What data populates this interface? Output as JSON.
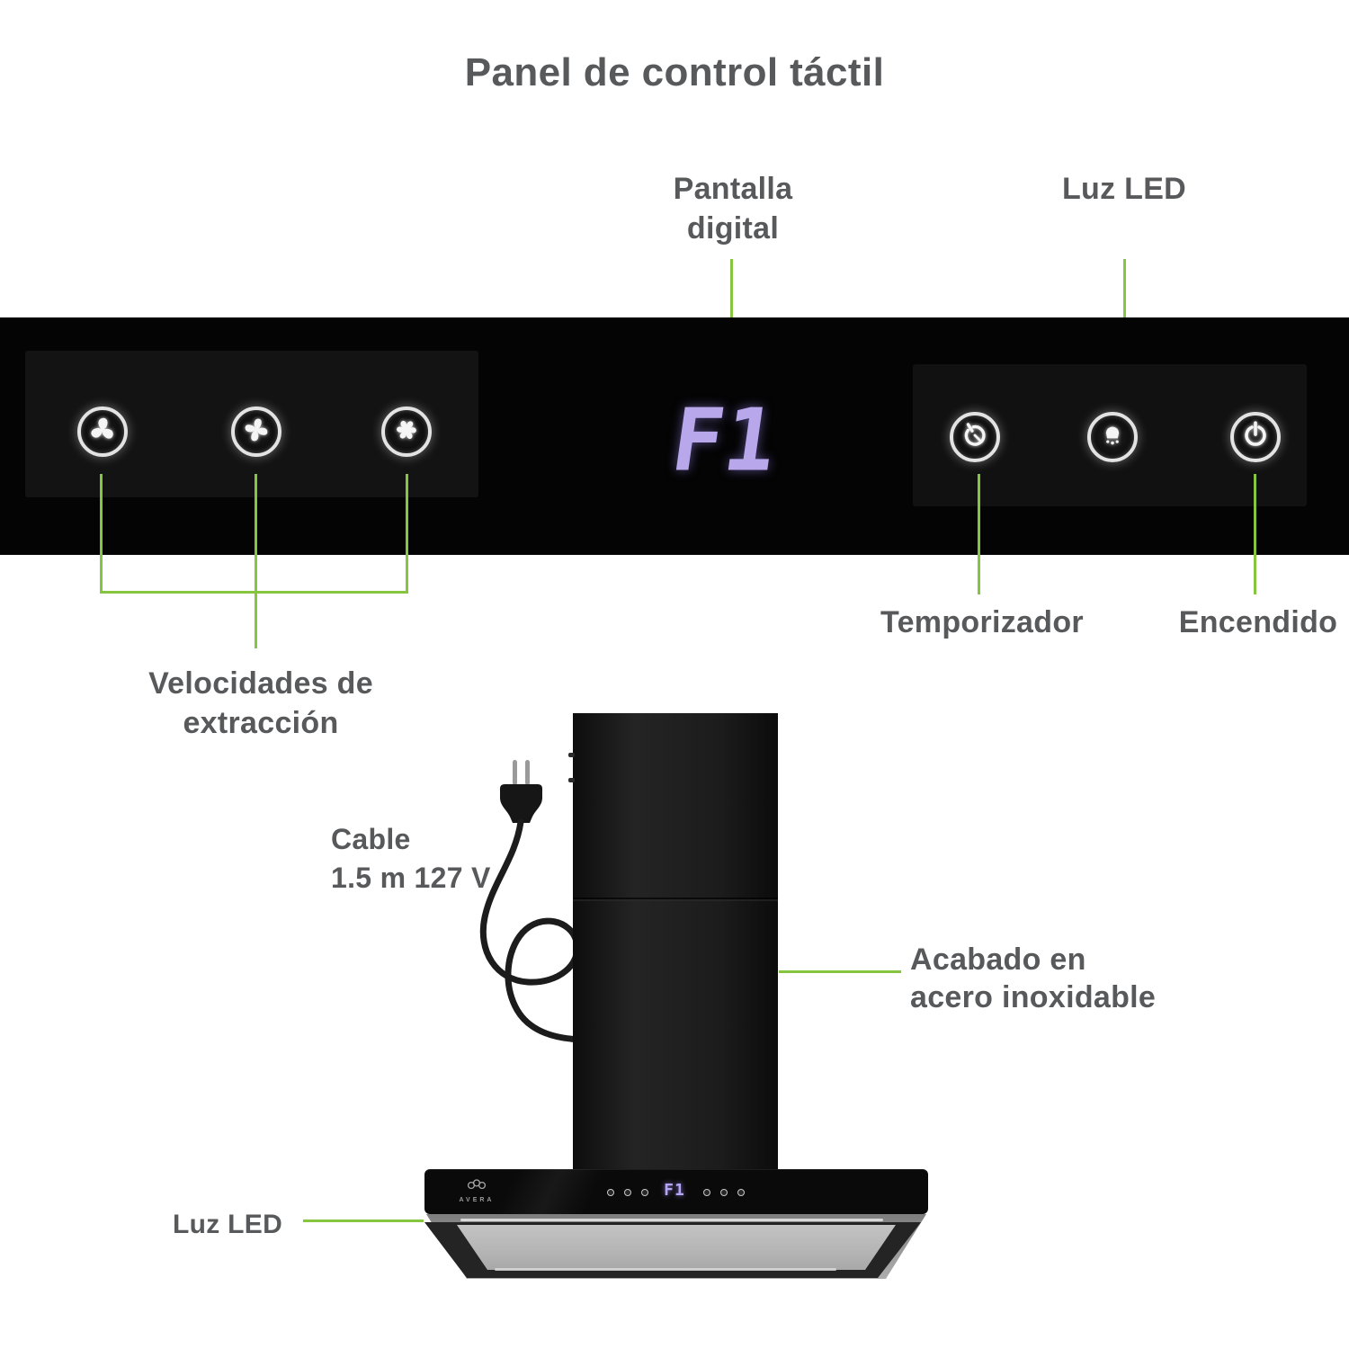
{
  "title": "Panel de control táctil",
  "colors": {
    "accent_green": "#85C540",
    "display_purple": "#B8A7EA",
    "label_gray": "#58595B",
    "panel_black": "#040404"
  },
  "annotations": {
    "pantalla": {
      "line1": "Pantalla",
      "line2": "digital"
    },
    "luz_led_top": "Luz LED",
    "temporizador": "Temporizador",
    "encendido": "Encendido",
    "velocidades": {
      "line1": "Velocidades de",
      "line2": "extracción"
    },
    "cable": {
      "line1": "Cable",
      "line2": "1.5 m 127 V"
    },
    "acabado": {
      "line1": "Acabado en",
      "line2": "acero inoxidable"
    },
    "luz_led_bottom": "Luz LED"
  },
  "panel": {
    "display_value": "F1",
    "buttons": [
      {
        "name": "fan-speed-1",
        "icon": "fan-3-blade-icon"
      },
      {
        "name": "fan-speed-2",
        "icon": "fan-4-blade-icon"
      },
      {
        "name": "fan-speed-3",
        "icon": "fan-6-blade-icon"
      },
      {
        "name": "timer",
        "icon": "timer-icon"
      },
      {
        "name": "light",
        "icon": "lamp-icon"
      },
      {
        "name": "power",
        "icon": "power-icon"
      }
    ]
  },
  "product": {
    "brand": "AVERA",
    "display_value": "F1"
  }
}
